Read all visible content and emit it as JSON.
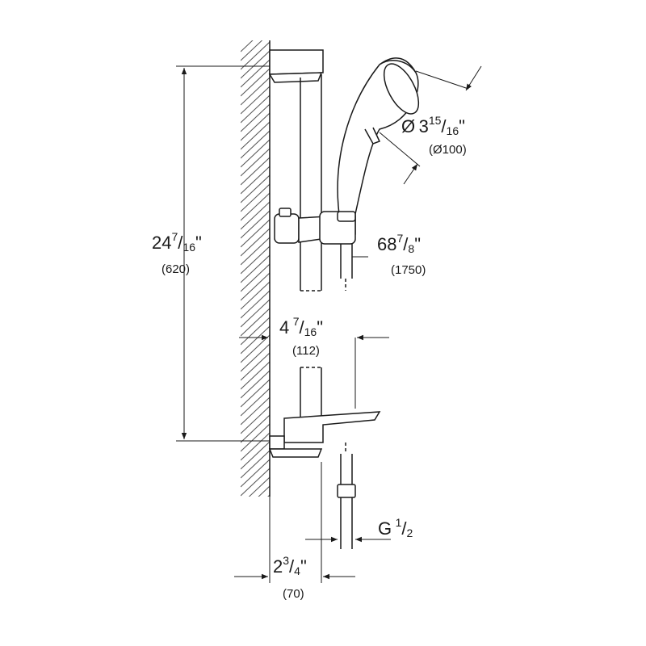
{
  "colors": {
    "line": "#1a1a1a",
    "hatch": "#555555",
    "background": "#ffffff"
  },
  "dimensions": {
    "height": {
      "whole": "24",
      "num": "7",
      "den": "16",
      "unit": "\"",
      "metric": "(620)"
    },
    "diameter": {
      "symbol": "Ø",
      "whole": "3",
      "num": "15",
      "den": "16",
      "unit": "\"",
      "metric": "(Ø100)"
    },
    "hose": {
      "whole": "68",
      "num": "7",
      "den": "8",
      "unit": "\"",
      "metric": "(1750)"
    },
    "projection": {
      "whole": "4",
      "num": "7",
      "den": "16",
      "unit": "\"",
      "metric": "(112)"
    },
    "connection": {
      "prefix": "G",
      "num": "1",
      "den": "2"
    },
    "bracket": {
      "whole": "2",
      "num": "3",
      "den": "4",
      "unit": "\"",
      "metric": "(70)"
    }
  }
}
